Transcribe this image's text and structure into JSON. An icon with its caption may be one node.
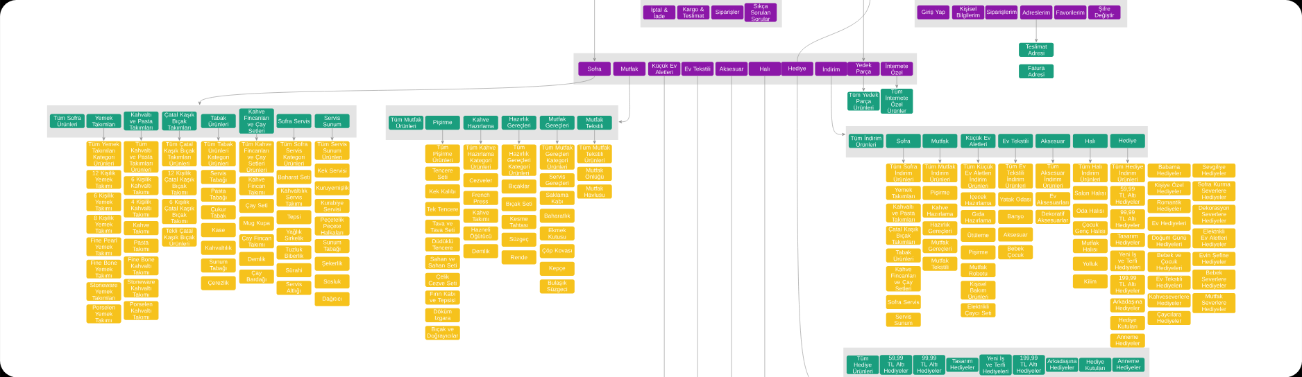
{
  "diagram": {
    "nodes": [
      {
        "text": [],
        "shape": "box"
      },
      {
        "text": [
          "İptal & İade"
        ],
        "in": 0
      },
      {
        "text": [
          "Kargo & Teslimat"
        ],
        "in": 0
      },
      {
        "text": [
          "Siparişler"
        ],
        "in": 0
      },
      {
        "text": [
          "Sıkça Sorulan Sorular"
        ],
        "in": 0
      },
      {
        "text": [],
        "shape": "box"
      },
      {
        "text": [
          "Giriş Yap"
        ],
        "in": 5
      },
      {
        "text": [
          "Kişisel Bilgilerim"
        ],
        "in": 5
      },
      {
        "text": [
          "Siparişlerim"
        ],
        "in": 5
      },
      {
        "text": [
          "Adreslerim"
        ],
        "in": 5
      },
      {
        "text": [
          "Favorilerim"
        ],
        "in": 5
      },
      {
        "text": [
          "Şifre Değiştir"
        ],
        "in": 5
      },
      {
        "text": [],
        "shape": "box"
      },
      {
        "text": [
          "Sofra"
        ],
        "in": 12
      },
      {
        "text": [
          "Mutfak"
        ],
        "in": 12
      },
      {
        "text": [
          "Küçük Ev Aletleri"
        ],
        "in": 12
      },
      {
        "text": [
          "Ev Tekstili"
        ],
        "in": 12
      },
      {
        "text": [
          "Aksesuar"
        ],
        "in": 12
      },
      {
        "text": [
          "Halı"
        ],
        "in": 12
      },
      {
        "text": [
          "Hediye"
        ],
        "in": 12
      },
      {
        "text": [
          "İndirim"
        ],
        "in": 12
      },
      {
        "text": [
          "Yedek Parça"
        ],
        "in": 12
      },
      {
        "text": [
          "İnternete Özel"
        ],
        "in": 12
      },
      {
        "text": [
          "Teslimat Adresi"
        ]
      },
      {
        "text": [
          "Fatura Adresi"
        ]
      },
      {
        "text": [
          "Tüm Yedek Parça Ürünleri"
        ]
      },
      {
        "text": [
          "Tüm İnternete Özel Ürünler"
        ]
      },
      {
        "text": [],
        "shape": "box"
      },
      {
        "text": [
          "Tüm Sofra Ürünleri"
        ],
        "in": 27
      },
      {
        "text": [
          "Yemek Takımları"
        ],
        "in": 27
      },
      {
        "text": [
          "Kahvaltı ve Pasta Takımları"
        ],
        "in": 27
      },
      {
        "text": [
          "Çatal Kaşık Bıçak Takımları"
        ],
        "in": 27
      },
      {
        "text": [
          "Tabak Ürünleri"
        ],
        "in": 27
      },
      {
        "text": [
          "Kahve Fincanları ve Çay Setleri"
        ],
        "in": 27
      },
      {
        "text": [
          "Sofra Servis"
        ],
        "in": 27
      },
      {
        "text": [
          "Servis Sunum"
        ],
        "in": 27
      },
      {
        "text": [
          "Tüm Yemek Takımları Kategori Ürünleri"
        ]
      },
      {
        "text": [
          "12 Kişilik Yemek Takımı"
        ]
      },
      {
        "text": [
          "6 Kişilik Yemek Takımı"
        ]
      },
      {
        "text": [
          "8 Kişilik Yemek Takımı"
        ]
      },
      {
        "text": [
          "Fine Pearl Yemek Takımı"
        ]
      },
      {
        "text": [
          "Fine Bone Yemek Takımı"
        ]
      },
      {
        "text": [
          "Stoneware Yemek Takımları"
        ]
      },
      {
        "text": [
          "Porselen Yemek Takımı"
        ]
      },
      {
        "text": [
          "Tüm Kahvaltı ve Pasta Takımları Ürünleri"
        ]
      },
      {
        "text": [
          "6 Kişilik Kahvaltı Takımı"
        ]
      },
      {
        "text": [
          "4 Kişilik Kahvaltı Takımı"
        ]
      },
      {
        "text": [
          "Kahve Takımı"
        ]
      },
      {
        "text": [
          "Pasta Takımı"
        ]
      },
      {
        "text": [
          "Fine Bone Kahvaltı Takımı"
        ]
      },
      {
        "text": [
          "Stoneware Kahvaltı Takımı"
        ]
      },
      {
        "text": [
          "Porselen Kahvaltı Takımı"
        ]
      },
      {
        "text": [
          "Tüm Çatal Kaşık Bıçak Takımları Ürünleri"
        ]
      },
      {
        "text": [
          "12 Kişilik Çatal Kaşık Bıçak Takımı"
        ]
      },
      {
        "text": [
          "6 Kişilik Çatal Kaşık Bıçak Takımı"
        ]
      },
      {
        "text": [
          "Tekli Çatal Kaşık Bıçak Ürünleri"
        ]
      },
      {
        "text": [
          "Tüm Tabak Ürünleri Kategori Ürünleri"
        ]
      },
      {
        "text": [
          "Servis Tabağı"
        ]
      },
      {
        "text": [
          "Pasta Tabağı"
        ]
      },
      {
        "text": [
          "Çukur Tabak"
        ]
      },
      {
        "text": [
          "Kase"
        ]
      },
      {
        "text": [
          "Kahvaltılık"
        ]
      },
      {
        "text": [
          "Sunum Tabağı"
        ]
      },
      {
        "text": [
          "Çerezlik"
        ]
      },
      {
        "text": [
          "Tüm Kahve Fincanları ve Çay Setleri Ürünleri"
        ]
      },
      {
        "text": [
          "Kahve Fincan Takımı"
        ]
      },
      {
        "text": [
          "Çay Seti"
        ]
      },
      {
        "text": [
          "Mug Kupa"
        ]
      },
      {
        "text": [
          "Çay Fincan Takımı"
        ]
      },
      {
        "text": [
          "Demlik"
        ]
      },
      {
        "text": [
          "Çay Bardağı"
        ]
      },
      {
        "text": [
          "Tüm Sofra Servis Kategori Ürünleri"
        ]
      },
      {
        "text": [
          "Baharat Seti"
        ]
      },
      {
        "text": [
          "Kahvaltılık Servis Takımı"
        ]
      },
      {
        "text": [
          "Tepsi"
        ]
      },
      {
        "text": [
          "Yağlık Sirkelik"
        ]
      },
      {
        "text": [
          "Tuzluk Biberlik"
        ]
      },
      {
        "text": [
          "Sürahi"
        ]
      },
      {
        "text": [
          "Servis Altlığı"
        ]
      },
      {
        "text": [
          "Tüm Servis Sunum Ürünleri"
        ]
      },
      {
        "text": [
          "Kek Servisi"
        ]
      },
      {
        "text": [
          "Kuruyemişlik"
        ]
      },
      {
        "text": [
          "Kurabiye Servisi"
        ]
      },
      {
        "text": [
          "Peçetelik Peçete Halkaları"
        ]
      },
      {
        "text": [
          "Sunum Tabağı"
        ]
      },
      {
        "text": [
          "Şekerlik"
        ]
      },
      {
        "text": [
          "Sosluk"
        ]
      },
      {
        "text": [
          "Dağıtıcı"
        ]
      },
      {
        "text": [],
        "shape": "box"
      },
      {
        "text": [
          "Tüm Mutfak Ürünleri"
        ],
        "in": 88
      },
      {
        "text": [
          "Pişirme"
        ],
        "in": 88
      },
      {
        "text": [
          "Kahve Hazırlama"
        ],
        "in": 88
      },
      {
        "text": [
          "Hazırlık Gereçleri"
        ],
        "in": 88
      },
      {
        "text": [
          "Mutfak Gereçleri"
        ],
        "in": 88
      },
      {
        "text": [
          "Mutfak Tekstili"
        ],
        "in": 88
      },
      {
        "text": [
          "Tüm Pişirme Ürünleri"
        ]
      },
      {
        "text": [
          "Tencere Seti"
        ]
      },
      {
        "text": [
          "Kek Kalıbı"
        ]
      },
      {
        "text": [
          "Tek Tencere"
        ]
      },
      {
        "text": [
          "Tava ve Tava Seti"
        ]
      },
      {
        "text": [
          "Düdüklü Tencere"
        ]
      },
      {
        "text": [
          "Sahan ve Sahan Seti"
        ]
      },
      {
        "text": [
          "Çelik Cezve Seti"
        ]
      },
      {
        "text": [
          "Fırın Kabı ve Tepsisi"
        ]
      },
      {
        "text": [
          "Döküm Izgara"
        ]
      },
      {
        "text": [
          "Bıçak ve Doğrayıcılar"
        ]
      },
      {
        "text": [
          "Tüm Kahve Hazırlama Kategori Ürünleri"
        ]
      },
      {
        "text": [
          "Cezveler"
        ]
      },
      {
        "text": [
          "French Press"
        ]
      },
      {
        "text": [
          "Kahve Takımı"
        ]
      },
      {
        "text": [
          "Hazneli Öğütücü"
        ]
      },
      {
        "text": [
          "Demlik"
        ]
      },
      {
        "text": [
          "Tüm Hazırlık Gereçleri Kategori Ürünleri"
        ]
      },
      {
        "text": [
          "Bıçaklar"
        ]
      },
      {
        "text": [
          "Bıçak Seti"
        ]
      },
      {
        "text": [
          "Kesme Tahtası"
        ]
      },
      {
        "text": [
          "Süzgeç"
        ]
      },
      {
        "text": [
          "Rende"
        ]
      },
      {
        "text": [
          "Tüm Mutfak Gereçleri Kategori Ürünleri"
        ]
      },
      {
        "text": [
          "Servis Gereçleri"
        ]
      },
      {
        "text": [
          "Saklama Kabı"
        ]
      },
      {
        "text": [
          "Baharatlık"
        ]
      },
      {
        "text": [
          "Ekmek Kutusu"
        ]
      },
      {
        "text": [
          "Çöp Kovası"
        ]
      },
      {
        "text": [
          "Kepçe"
        ]
      },
      {
        "text": [
          "Bulaşık Süzgeci"
        ]
      },
      {
        "text": [
          "Tüm Mutfak Tekstili Ürünleri"
        ]
      },
      {
        "text": [
          "Mutfak Önlüğü"
        ]
      },
      {
        "text": [
          "Mutfak Havlusu"
        ]
      },
      {
        "text": [],
        "shape": "box"
      },
      {
        "text": [
          "Tüm İndirim Ürünleri"
        ],
        "in": 129
      },
      {
        "text": [
          "Sofra"
        ],
        "in": 129
      },
      {
        "text": [
          "Mutfak"
        ],
        "in": 129
      },
      {
        "text": [
          "Küçük Ev Aletleri"
        ],
        "in": 129
      },
      {
        "text": [
          "Ev Tekstili"
        ],
        "in": 129
      },
      {
        "text": [
          "Aksesuar"
        ],
        "in": 129
      },
      {
        "text": [
          "Halı"
        ],
        "in": 129
      },
      {
        "text": [
          "Hediye"
        ],
        "in": 129
      },
      {
        "text": [
          "Tüm Sofra İndirim Ürünleri"
        ]
      },
      {
        "text": [
          "Yemek Takımları"
        ]
      },
      {
        "text": [
          "Kahvaltı ve Pasta Takımları"
        ]
      },
      {
        "text": [
          "Çatal Kaşık Bıçak Takımları"
        ]
      },
      {
        "text": [
          "Tabak Ürünleri"
        ]
      },
      {
        "text": [
          "Kahve Fincanları ve Çay Setleri"
        ]
      },
      {
        "text": [
          "Sofra Servis"
        ]
      },
      {
        "text": [
          "Servis Sunum"
        ]
      },
      {
        "text": [
          "Tüm Mutfak İndirim Ürünleri"
        ]
      },
      {
        "text": [
          "Pişirme"
        ]
      },
      {
        "text": [
          "Kahve Hazırlama"
        ]
      },
      {
        "text": [
          "Hazırlık Gereçleri"
        ]
      },
      {
        "text": [
          "Mutfak Gereçleri"
        ]
      },
      {
        "text": [
          "Mutfak Tekstili"
        ]
      },
      {
        "text": [
          "Tüm Küçük Ev Aletleri İndirim Ürünleri"
        ]
      },
      {
        "text": [
          "İçecek Hazırlama"
        ]
      },
      {
        "text": [
          "Gıda Hazırlama"
        ]
      },
      {
        "text": [
          "Ütüleme"
        ]
      },
      {
        "text": [
          "Pişirme"
        ]
      },
      {
        "text": [
          "Mutfak Robotu"
        ]
      },
      {
        "text": [
          "Kişisel Bakım Ürünleri"
        ]
      },
      {
        "text": [
          "Elektrikli Çaycı Seti"
        ]
      },
      {
        "text": [
          "Tüm Ev Tekstili İndirim Ürünleri"
        ]
      },
      {
        "text": [
          "Yatak Odası"
        ]
      },
      {
        "text": [
          "Banyo"
        ]
      },
      {
        "text": [
          "Aksesuar"
        ]
      },
      {
        "text": [
          "Bebek Çocuk"
        ]
      },
      {
        "text": [
          "Tüm Aksesuar İndirim Ürünleri"
        ]
      },
      {
        "text": [
          "Ev Aksesuarları"
        ]
      },
      {
        "text": [
          "Dekoratif Aksesuarlar"
        ]
      },
      {
        "text": [
          "Tüm Halı İndirim Ürünleri"
        ]
      },
      {
        "text": [
          "Salon Halısı"
        ]
      },
      {
        "text": [
          "Oda Halısı"
        ]
      },
      {
        "text": [
          "Çocuk Genç Halısı"
        ]
      },
      {
        "text": [
          "Mutfak Halısı"
        ]
      },
      {
        "text": [
          "Yolluk"
        ]
      },
      {
        "text": [
          "Kilim"
        ]
      },
      {
        "text": [
          "Tüm Hediye İndirim Ürünleri"
        ]
      },
      {
        "text": [
          "59,99 TL Altı Hediyeler"
        ]
      },
      {
        "text": [
          "99,99 TL Altı Hediyeler"
        ]
      },
      {
        "text": [
          "Tasarım Hediyeler"
        ]
      },
      {
        "text": [
          "Yeni İş ve Terfi Hediyeleri"
        ]
      },
      {
        "text": [
          "199,99 TL Altı Hediyeler"
        ]
      },
      {
        "text": [
          "Arkadaşına Hediyeler"
        ]
      },
      {
        "text": [
          "Hediye Kutuları"
        ]
      },
      {
        "text": [
          "Anneme Hediyeler"
        ]
      },
      {
        "text": [
          "Babama Hediyeler"
        ]
      },
      {
        "text": [
          "Kişiye Özel Hediyeler"
        ]
      },
      {
        "text": [
          "Romantik Hediyeler"
        ]
      },
      {
        "text": [
          "Ev Hediyeleri"
        ]
      },
      {
        "text": [
          "Doğum Günü Hediyeleri"
        ]
      },
      {
        "text": [
          "Bebek ve Çocuk Hediyeleri"
        ]
      },
      {
        "text": [
          "Ev Tekstili Hediyeleri"
        ]
      },
      {
        "text": [
          "Kahveseverlere Hediyeler"
        ]
      },
      {
        "text": [
          "Çaycılara Hediyeler"
        ]
      },
      {
        "text": [
          "Sevgiliye Hediyeler"
        ]
      },
      {
        "text": [
          "Sofra Kurma Severlere Hediyeler"
        ]
      },
      {
        "text": [
          "Dekorasyon Severlere Hediyeler"
        ]
      },
      {
        "text": [
          "Elektrikli Ev Aletleri Hediyeler"
        ]
      },
      {
        "text": [
          "Evin Şefine Hediyeler"
        ]
      },
      {
        "text": [
          "Bebek Severlere Hediyeler"
        ]
      },
      {
        "text": [
          "Mutfak Severlere Hediyeler"
        ]
      },
      {
        "text": [],
        "shape": "box"
      },
      {
        "text": [
          "Tüm Hediye Ürünleri"
        ],
        "in": 200
      },
      {
        "text": [
          "59,99 TL Altı Hediyeler"
        ],
        "in": 200
      },
      {
        "text": [
          "99,99 TL Altı Hediyeler"
        ],
        "in": 200
      },
      {
        "text": [
          "Tasarım Hediyeler"
        ],
        "in": 200
      },
      {
        "text": [
          "Yeni İş ve Terfi Hediyeleri"
        ],
        "in": 200
      },
      {
        "text": [
          "199,99 TL Altı Hediyeler"
        ],
        "in": 200
      },
      {
        "text": [
          "Arkadaşına Hediyeler"
        ],
        "in": 200
      },
      {
        "text": [
          "Hediye Kutuları"
        ],
        "in": 200
      },
      {
        "text": [
          "Anneme Hediyeler"
        ],
        "in": 200
      }
    ],
    "edges": [
      {
        "from": null,
        "to": 13,
        "arrow": "to"
      },
      {
        "from": null,
        "to": 19,
        "arrow": "none"
      },
      {
        "from": null,
        "to": 21,
        "arrow": "to"
      },
      {
        "from": 9,
        "to": 23,
        "arrow": "to"
      },
      {
        "from": 21,
        "to": 25,
        "arrow": "to"
      },
      {
        "from": 22,
        "to": 26,
        "arrow": "to"
      },
      {
        "from": 13,
        "to": 27,
        "arrow": "to"
      },
      {
        "from": 14,
        "to": 88,
        "arrow": "to"
      },
      {
        "from": 20,
        "to": 129,
        "arrow": "to"
      },
      {
        "from": 15,
        "to": null,
        "arrow": "none"
      },
      {
        "from": 16,
        "to": null,
        "arrow": "none"
      },
      {
        "from": 17,
        "to": null,
        "arrow": "none"
      },
      {
        "from": 18,
        "to": null,
        "arrow": "none"
      },
      {
        "from": 19,
        "to": null,
        "arrow": "none"
      },
      {
        "from": 29,
        "to": 36,
        "arrow": "to"
      },
      {
        "from": 30,
        "to": 44,
        "arrow": "to"
      },
      {
        "from": 31,
        "to": 52,
        "arrow": "to"
      },
      {
        "from": 32,
        "to": 56,
        "arrow": "to"
      },
      {
        "from": 33,
        "to": 64,
        "arrow": "to"
      },
      {
        "from": 34,
        "to": 71,
        "arrow": "to"
      },
      {
        "from": 35,
        "to": 79,
        "arrow": "to"
      },
      {
        "from": 90,
        "to": 95,
        "arrow": "to"
      },
      {
        "from": 91,
        "to": 106,
        "arrow": "to"
      },
      {
        "from": 92,
        "to": 112,
        "arrow": "to"
      },
      {
        "from": 93,
        "to": 118,
        "arrow": "to"
      },
      {
        "from": 94,
        "to": 126,
        "arrow": "to"
      },
      {
        "from": 131,
        "to": 138,
        "arrow": "to"
      },
      {
        "from": 132,
        "to": 146,
        "arrow": "to"
      },
      {
        "from": 133,
        "to": 152,
        "arrow": "to"
      },
      {
        "from": 134,
        "to": 160,
        "arrow": "to"
      },
      {
        "from": 135,
        "to": 165,
        "arrow": "to"
      },
      {
        "from": 136,
        "to": 168,
        "arrow": "to"
      },
      {
        "from": 137,
        "to": 175,
        "arrow": "to"
      }
    ]
  }
}
